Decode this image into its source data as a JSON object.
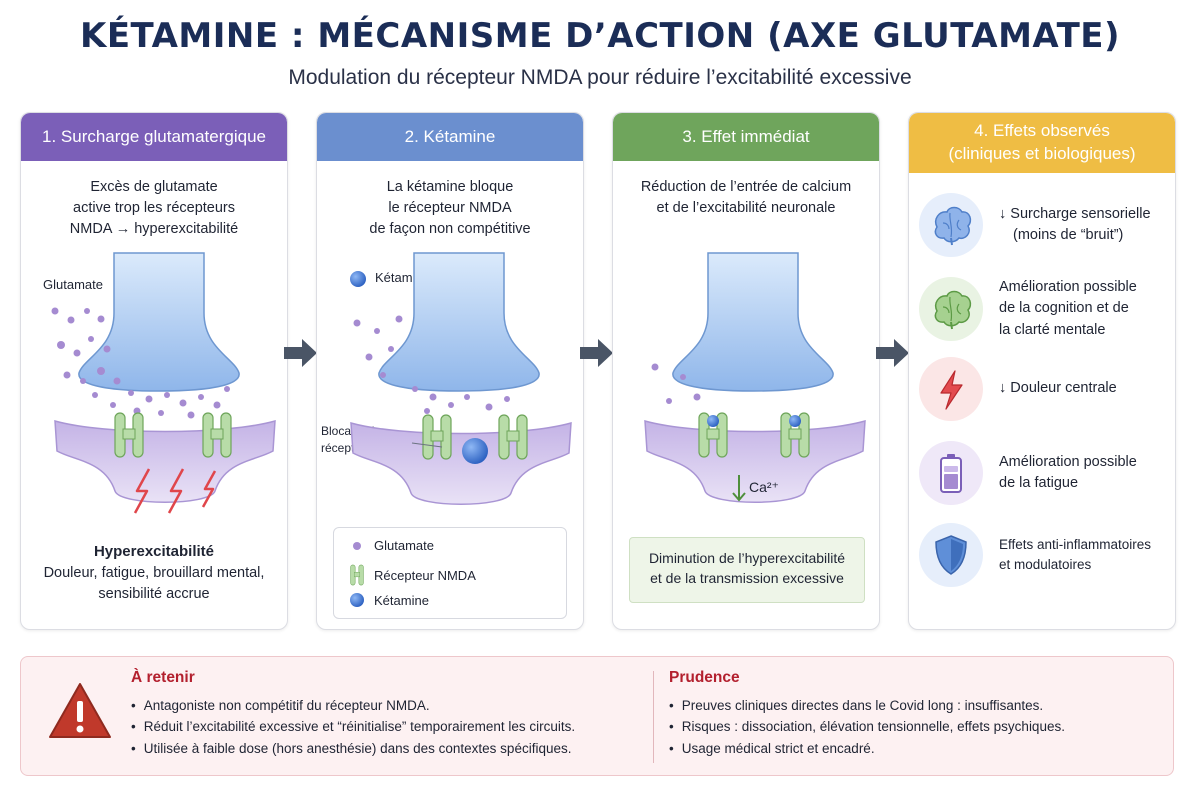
{
  "header": {
    "title": "KÉTAMINE : MÉCANISME D’ACTION (AXE GLUTAMATE)",
    "subtitle": "Modulation du récepteur NMDA pour réduire l’excitabilité excessive"
  },
  "panels": {
    "p1": {
      "title": "1. Surcharge glutamatergique",
      "description": [
        "Excès de glutamate",
        "active trop les récepteurs",
        "NMDA → hyperexcitabilité"
      ],
      "label_glutamate": "Glutamate",
      "outcome_title": "Hyperexcitabilité",
      "outcome_lines": [
        "Douleur, fatigue, brouillard mental,",
        "sensibilité accrue"
      ]
    },
    "p2": {
      "title": "2. Kétamine",
      "description": [
        "La kétamine bloque",
        "le récepteur NMDA",
        "de façon non compétitive"
      ],
      "label_ketamine": "Kétamine",
      "label_block": [
        "Blocage du",
        "récepteur NMDA"
      ],
      "legend": {
        "glutamate": "Glutamate",
        "receptor": "Récepteur NMDA",
        "ketamine": "Kétamine"
      }
    },
    "p3": {
      "title": "3. Effet immédiat",
      "description": [
        "Réduction de l’entrée de calcium",
        "et de l’excitabilité neuronale"
      ],
      "calcium": "Ca²⁺",
      "effect_lines": [
        "Diminution de l’hyperexcitabilité",
        "et de la transmission excessive"
      ]
    },
    "p4": {
      "title": [
        "4. Effets observés",
        "(cliniques et biologiques)"
      ],
      "items": [
        {
          "icon": "brain-icon",
          "lines": [
            "↓ Surcharge sensorielle",
            "(moins de “bruit”)"
          ]
        },
        {
          "icon": "brain-icon",
          "lines": [
            "Amélioration possible",
            "de la cognition et de",
            "la clarté mentale"
          ]
        },
        {
          "icon": "lightning-icon",
          "lines": [
            "↓ Douleur centrale"
          ]
        },
        {
          "icon": "battery-icon",
          "lines": [
            "Amélioration possible",
            "de la fatigue"
          ]
        },
        {
          "icon": "shield-icon",
          "lines": [
            "Effets anti-inflammatoires",
            "et modulatoires"
          ]
        }
      ]
    }
  },
  "bottom": {
    "retenir": {
      "title": "À retenir",
      "items": [
        "Antagoniste non compétitif du récepteur NMDA.",
        "Réduit l’excitabilité excessive et “réinitialise” temporairement les circuits.",
        "Utilisée à faible dose (hors anesthésie) dans des contextes spécifiques."
      ]
    },
    "prudence": {
      "title": "Prudence",
      "items": [
        "Preuves cliniques directes dans le Covid long : insuffisantes.",
        "Risques : dissociation, élévation tensionnelle, effets psychiques.",
        "Usage médical strict et encadré."
      ]
    }
  },
  "colors": {
    "title": "#1b2d57",
    "panel1": "#7b5fb8",
    "panel2": "#6b8fcf",
    "panel3": "#6fa55c",
    "panel4": "#efbd44",
    "glutamate": "#a58bd1",
    "ketamine": "#3b73d4",
    "receptor": "#a9d49a",
    "warning": "#c0392b"
  }
}
